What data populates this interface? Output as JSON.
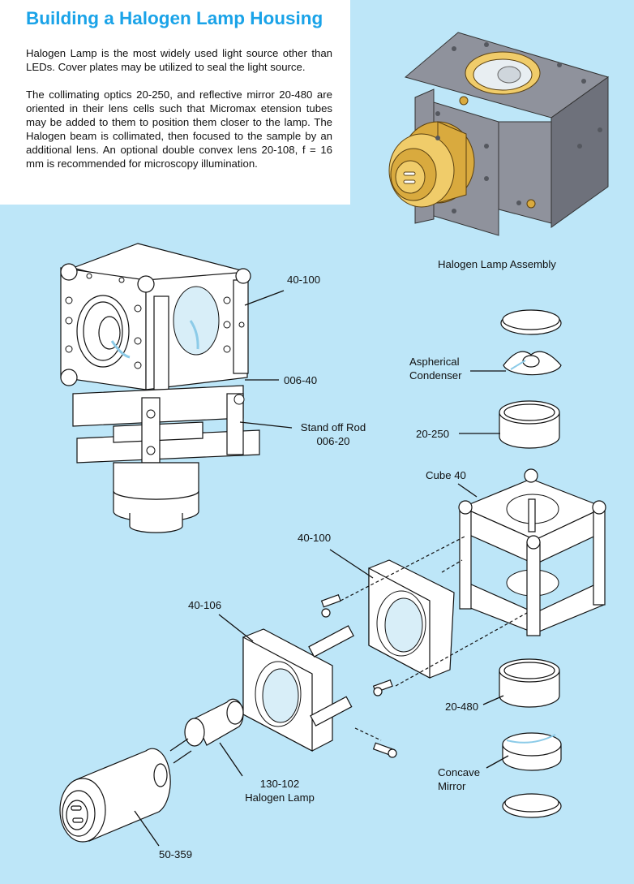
{
  "header": {
    "title": "Building a Halogen Lamp Housing",
    "paragraphs": [
      "Halogen Lamp is the most widely used light source other than LEDs. Cover plates may be utilized to seal the light source.",
      "The collimating optics 20-250, and reflective mirror 20-480 are oriented in their lens cells such that Micromax etension tubes may be added to them to position them closer to the lamp. The Halogen beam is collimated, then focused to the sample by an additional lens. An optional double convex lens 20-108, f = 16 mm is recommended for microscopy illumination."
    ]
  },
  "colors": {
    "title": "#1aa3e8",
    "background": "#bde6f8",
    "panel": "#ffffff"
  },
  "figures": {
    "rendered_assembly": {
      "description": "Rendered halogen lamp housing assembly (gray cube with gold lamp socket)"
    },
    "assembled_view": {
      "labels": {
        "cube_plate": "40-100",
        "connector": "006-40",
        "standoff_line1": "Stand off Rod",
        "standoff_line2": "006-20"
      }
    },
    "exploded_view": {
      "title": "Halogen Lamp Assembly",
      "labels": {
        "condenser_line1": "Aspherical",
        "condenser_line2": "Condenser",
        "collimator_cell": "20-250",
        "cube": "Cube 40",
        "plate": "40-100",
        "lamp_plate": "40-106",
        "mirror_cell": "20-480",
        "mirror_line1": "Concave",
        "mirror_line2": "Mirror",
        "lamp_line1": "130-102",
        "lamp_line2": "Halogen Lamp",
        "socket": "50-359"
      }
    }
  }
}
